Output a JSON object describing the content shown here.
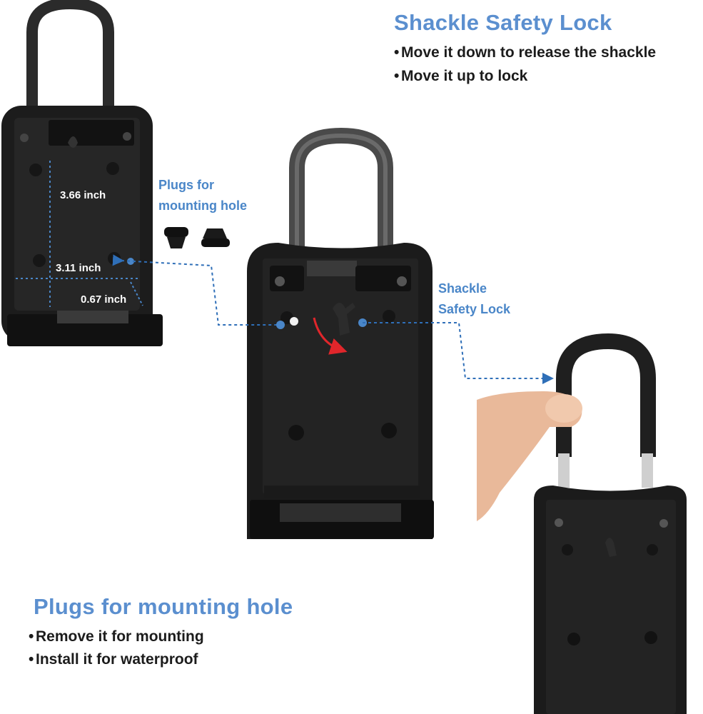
{
  "shackle_section": {
    "heading": "Shackle Safety Lock",
    "bullets": [
      "Move it down to release the shackle",
      "Move it up to lock"
    ]
  },
  "plugs_section": {
    "heading": "Plugs for mounting hole",
    "bullets": [
      "Remove it for mounting",
      "Install it for waterproof"
    ]
  },
  "callouts": {
    "plugs_line1": "Plugs for",
    "plugs_line2": "mounting hole",
    "shackle_line1": "Shackle",
    "shackle_line2": "Safety Lock"
  },
  "dimensions": {
    "height": "3.66 inch",
    "width": "3.11 inch",
    "offset": "0.67 inch"
  },
  "colors": {
    "accent_blue": "#5b8fcf",
    "arrow_red": "#e0262b",
    "lockbox_black": "#1a1a1a"
  }
}
